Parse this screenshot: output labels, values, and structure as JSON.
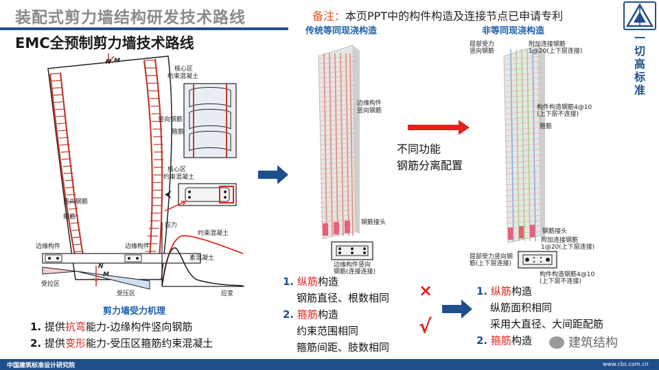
{
  "header": {
    "title": "装配式剪力墙结构研发技术路线",
    "subtitle": "EMC全预制剪力墙技术路线",
    "note_prefix": "备注：",
    "note_text": "本页PPT中的构件构造及连接节点已申请专利",
    "slogan": "一切高标准"
  },
  "left_panel": {
    "labels": {
      "core_1": "核心区",
      "core_1b": "约束混凝土",
      "vertical_bar_1": "竖向钢筋",
      "stirrup_1": "箍筋",
      "core_2": "核心区",
      "core_2b": "约束混凝土",
      "vertical_bar_2": "竖向钢筋",
      "stirrup_2": "箍筋",
      "edge_left": "边缘构件",
      "edge_right": "边缘构件",
      "tension_zone": "受拉区",
      "compression_zone": "受压区",
      "moment_top": "M",
      "axial_top": "N",
      "moment_bottom": "M",
      "axial_bottom": "N"
    },
    "chart": {
      "y_label": "应力",
      "x_label": "应变",
      "curve_confined": "约束混凝土",
      "curve_plain": "素混凝土"
    },
    "mechanism_title": "剪力墙受力机理",
    "points": [
      {
        "num": "1.",
        "pre": "提供",
        "em": "抗弯",
        "post": "能力-边缘构件竖向钢筋"
      },
      {
        "num": "2.",
        "pre": "提供",
        "em": "变形",
        "post": "能力-受压区箍筋约束混凝土"
      }
    ]
  },
  "middle_panel": {
    "heading": "传统等同现浇构造",
    "label_edge_bar": "边缘构件",
    "label_edge_bar_b": "竖向钢筋",
    "label_joint": "钢筋接头",
    "label_section": "边缘构件竖向",
    "label_section_b": "钢筋(连接连接)",
    "center_text_1": "不同功能",
    "center_text_2": "钢筋分离配置",
    "points": [
      {
        "num": "1.",
        "em": "纵筋",
        "post": "构造"
      },
      {
        "sub": "钢筋直径、根数相同"
      },
      {
        "num": "2.",
        "em": "箍筋",
        "post": "构造"
      },
      {
        "sub": "约束范围相同"
      },
      {
        "sub": "箍筋间距、肢数相同"
      }
    ],
    "mark_cross": "×",
    "mark_check": "√"
  },
  "right_panel": {
    "heading": "非等同现浇构造",
    "label_tl": "屈部受力",
    "label_tl_b": "竖向钢筋",
    "label_tr": "附加连接钢筋",
    "label_tr_b": "1@20(上下层连接)",
    "label_mid": "构件构造钢筋4@10",
    "label_mid_b": "(上下层不连接)",
    "label_stirrup": "箍筋",
    "label_joint": "钢筋接头",
    "label_add": "附加连接钢筋",
    "label_add_b": "1@20(上下层连接)",
    "label_bl": "屈部受力竖向钢",
    "label_bl_b": "筋(上下层连接)",
    "label_br": "构件构造钢筋4@10",
    "label_br_b": "(上下层不连接)",
    "points": [
      {
        "num": "1.",
        "em": "纵筋",
        "post": "构造"
      },
      {
        "sub": "纵筋面积相同"
      },
      {
        "sub": "采用大直径、大间距配筋"
      },
      {
        "num": "2.",
        "em": "箍筋",
        "post": "构造"
      }
    ],
    "watermark": "建筑结构"
  },
  "footer": {
    "left": "中国建筑标准设计研究院",
    "right": "www.cbs.com.cn"
  },
  "colors": {
    "accent_blue": "#1f4e8c",
    "emphasis_red": "#e2231a",
    "rebar_red": "#c0392b"
  }
}
